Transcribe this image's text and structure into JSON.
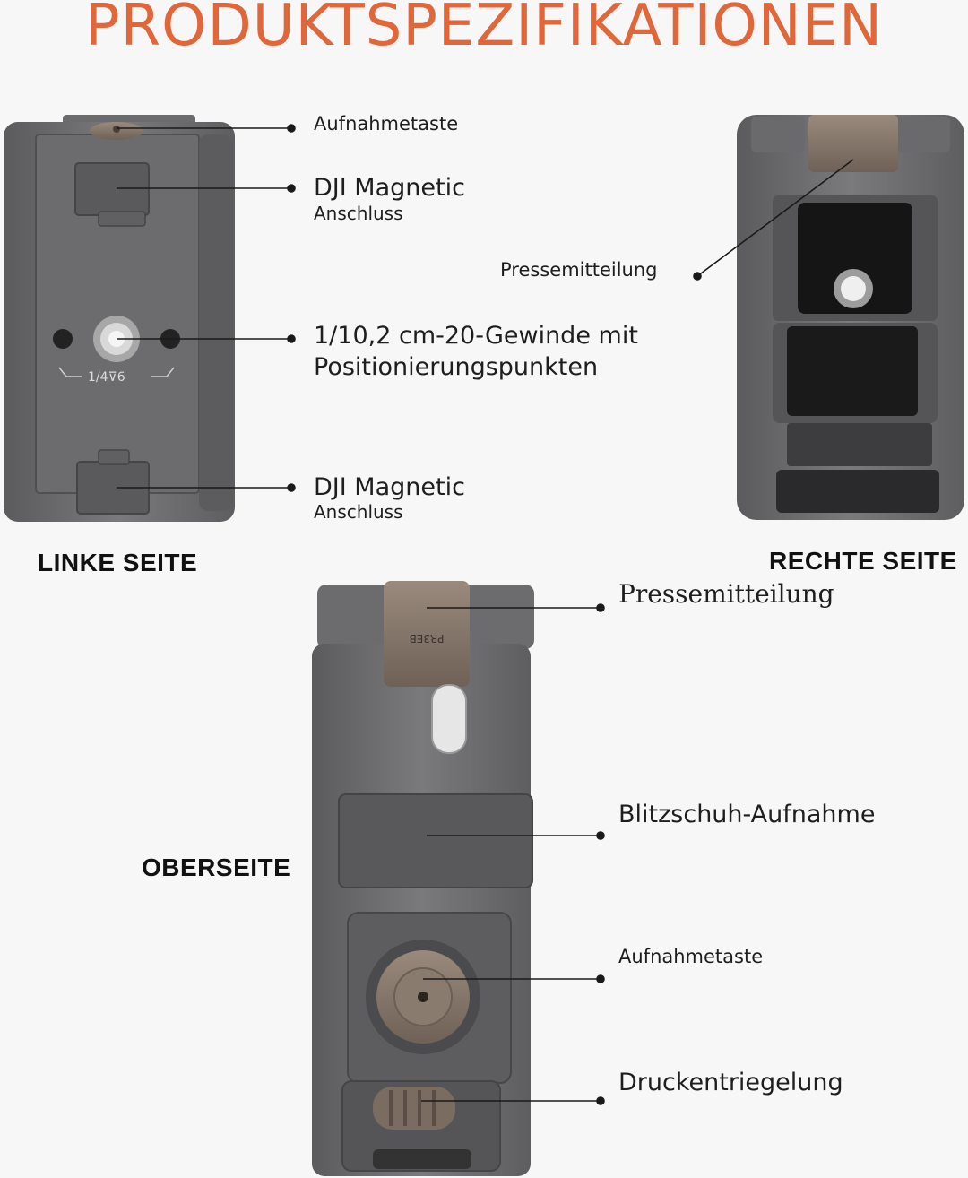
{
  "title": "PRODUKTSPEZIFIKATIONEN",
  "sections": {
    "left": "LINKE SEITE",
    "right": "RECHTE SEITE",
    "top": "OBERSEITE"
  },
  "labels": {
    "left_record_button": "Aufnahmetaste",
    "left_magnetic_top": "DJI Magnetic",
    "left_magnetic_top_sub": "Anschluss",
    "thread_line1": "1/10,2 cm-20-Gewinde mit",
    "thread_line2": "Positionierungspunkten",
    "left_magnetic_bottom": "DJI Magnetic",
    "left_magnetic_bottom_sub": "Anschluss",
    "right_press_release": "Pressemitteilung",
    "top_press_release": "Pressemitteilung",
    "cold_shoe": "Blitzschuh-Aufnahme",
    "top_record_button": "Aufnahmetaste",
    "push_release": "Druckentriegelung"
  },
  "engravings": {
    "thread_mark": "1/4⊽6",
    "tab_code": "PR3EB"
  },
  "colors": {
    "title": "#e0673a",
    "metal": "#6f6f70",
    "metal_dark": "#4a4a4c",
    "bronze": "#8b7b6e"
  }
}
